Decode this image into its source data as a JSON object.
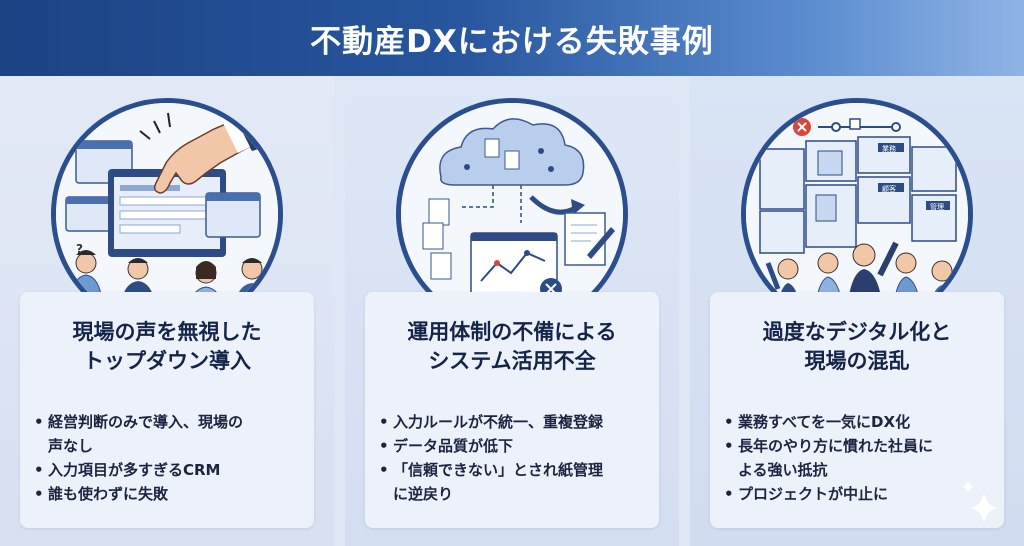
{
  "header": {
    "title": "不動産DXにおける失敗事例"
  },
  "cases": [
    {
      "title_line1": "現場の声を無視した",
      "title_line2": "トップダウン導入",
      "bullets": [
        "経営判断のみで導入、現場の",
        "声なし",
        "入力項目が多すぎるCRM",
        "誰も使わずに失敗"
      ]
    },
    {
      "title_line1": "運用体制の不備による",
      "title_line2": "システム活用不全",
      "bullets": [
        "入力ルールが不統一、重複登録",
        "データ品質が低下",
        "「信頼できない」とされ紙管理",
        "に逆戻り"
      ]
    },
    {
      "title_line1": "過度なデジタル化と",
      "title_line2": "現場の混乱",
      "bullets": [
        "業務すべてを一気にDX化",
        "長年のやり方に慣れた社員に",
        "よる強い抵抗",
        "プロジェクトが中止に"
      ]
    }
  ],
  "illustration_labels": {
    "screen_tag_1": "業務",
    "screen_tag_2": "顧客",
    "screen_tag_3": "管理"
  }
}
